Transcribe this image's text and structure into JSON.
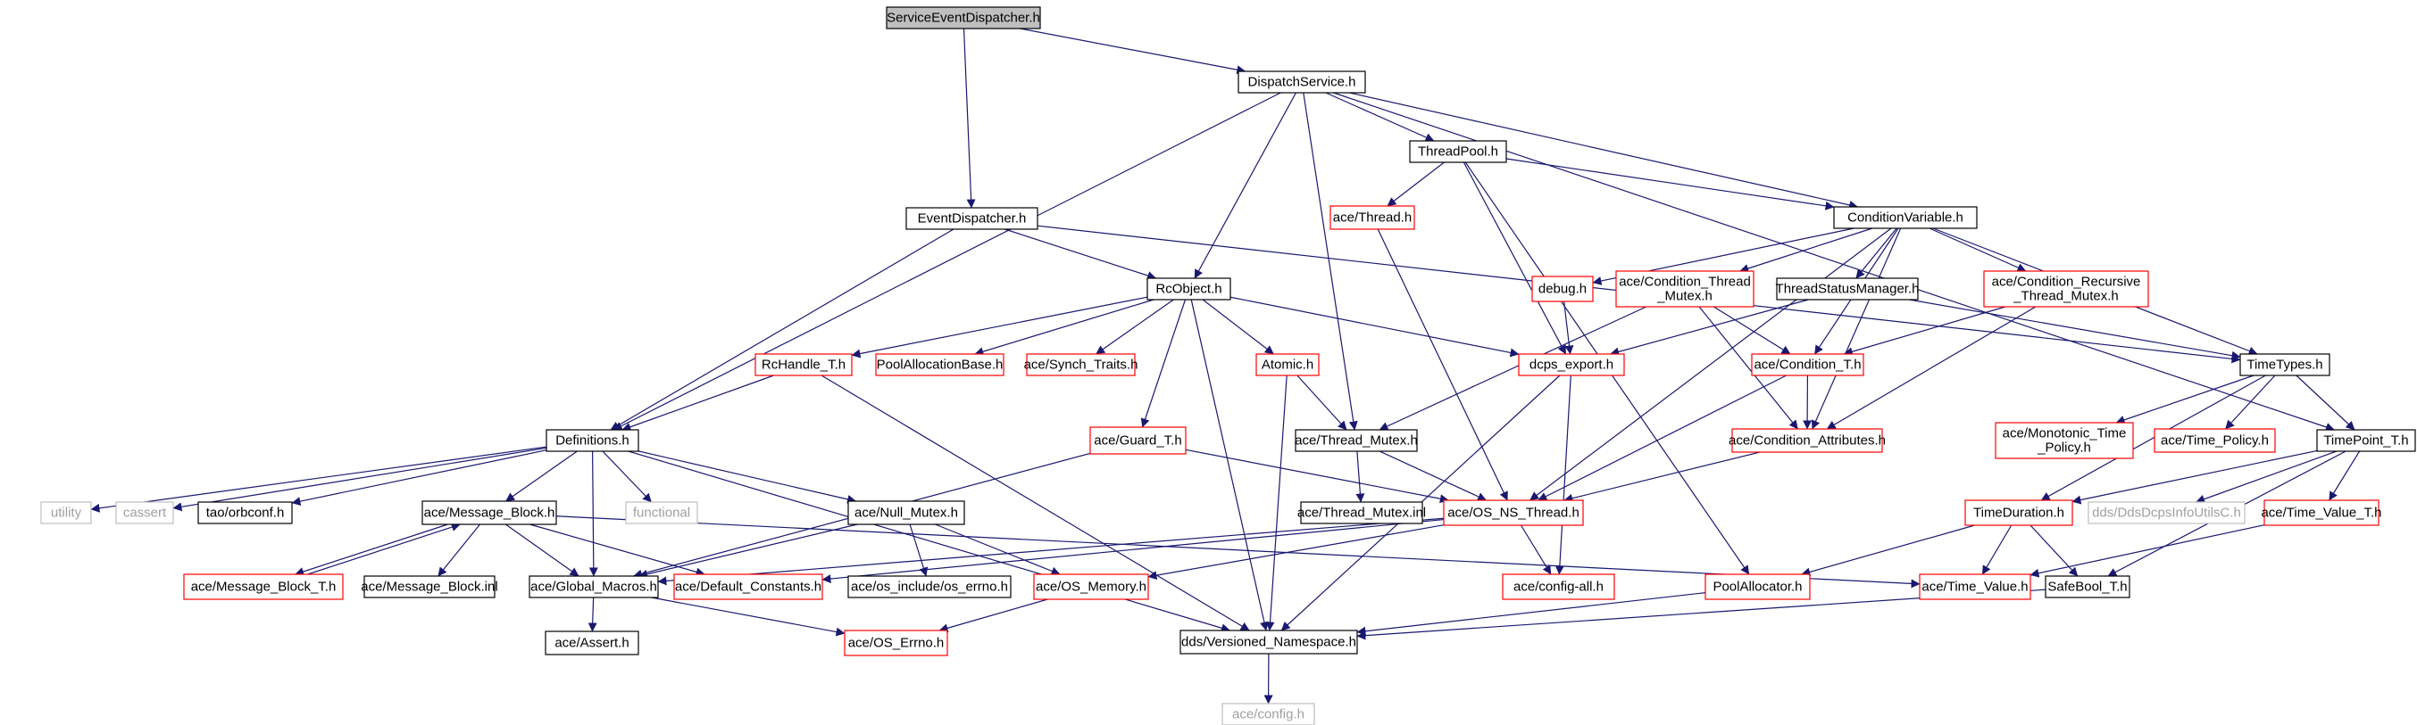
{
  "nodes": {
    "n_root": {
      "label": "ServiceEventDispatcher.h",
      "style": "root"
    },
    "n_ds": {
      "label": "DispatchService.h",
      "style": "normal"
    },
    "n_ed": {
      "label": "EventDispatcher.h",
      "style": "normal"
    },
    "n_tp": {
      "label": "ThreadPool.h",
      "style": "normal"
    },
    "n_athr": {
      "label": "ace/Thread.h",
      "style": "red"
    },
    "n_cv": {
      "label": "ConditionVariable.h",
      "style": "normal"
    },
    "n_rco": {
      "label": "RcObject.h",
      "style": "normal"
    },
    "n_debug": {
      "label": "debug.h",
      "style": "red"
    },
    "n_actm": {
      "label": "ace/Condition_Thread\n_Mutex.h",
      "style": "red"
    },
    "n_tsm": {
      "label": "ThreadStatusManager.h",
      "style": "normal"
    },
    "n_acrtm": {
      "label": "ace/Condition_Recursive\n_Thread_Mutex.h",
      "style": "red"
    },
    "n_rch": {
      "label": "RcHandle_T.h",
      "style": "red"
    },
    "n_pab": {
      "label": "PoolAllocationBase.h",
      "style": "red"
    },
    "n_ast": {
      "label": "ace/Synch_Traits.h",
      "style": "red"
    },
    "n_atomic": {
      "label": "Atomic.h",
      "style": "red"
    },
    "n_dexp": {
      "label": "dcps_export.h",
      "style": "red"
    },
    "n_act": {
      "label": "ace/Condition_T.h",
      "style": "red"
    },
    "n_tt": {
      "label": "TimeTypes.h",
      "style": "normal"
    },
    "n_def": {
      "label": "Definitions.h",
      "style": "normal"
    },
    "n_agt": {
      "label": "ace/Guard_T.h",
      "style": "red"
    },
    "n_atm": {
      "label": "ace/Thread_Mutex.h",
      "style": "normal"
    },
    "n_aca": {
      "label": "ace/Condition_Attributes.h",
      "style": "red"
    },
    "n_amtp": {
      "label": "ace/Monotonic_Time\n_Policy.h",
      "style": "red"
    },
    "n_atp": {
      "label": "ace/Time_Policy.h",
      "style": "red"
    },
    "n_tpt": {
      "label": "TimePoint_T.h",
      "style": "normal"
    },
    "n_util": {
      "label": "utility",
      "style": "gray"
    },
    "n_cassert": {
      "label": "cassert",
      "style": "gray"
    },
    "n_orb": {
      "label": "tao/orbconf.h",
      "style": "normal"
    },
    "n_amb": {
      "label": "ace/Message_Block.h",
      "style": "normal"
    },
    "n_func": {
      "label": "functional",
      "style": "gray"
    },
    "n_anm": {
      "label": "ace/Null_Mutex.h",
      "style": "normal"
    },
    "n_atmi": {
      "label": "ace/Thread_Mutex.inl",
      "style": "normal"
    },
    "n_aont": {
      "label": "ace/OS_NS_Thread.h",
      "style": "red"
    },
    "n_td": {
      "label": "TimeDuration.h",
      "style": "red"
    },
    "n_dinfo": {
      "label": "dds/DdsDcpsInfoUtilsC.h",
      "style": "gray"
    },
    "n_atvt": {
      "label": "ace/Time_Value_T.h",
      "style": "red"
    },
    "n_ambt": {
      "label": "ace/Message_Block_T.h",
      "style": "red"
    },
    "n_ambi": {
      "label": "ace/Message_Block.inl",
      "style": "normal"
    },
    "n_agm": {
      "label": "ace/Global_Macros.h",
      "style": "normal"
    },
    "n_adc": {
      "label": "ace/Default_Constants.h",
      "style": "red"
    },
    "n_aerrno": {
      "label": "ace/os_include/os_errno.h",
      "style": "normal"
    },
    "n_amem": {
      "label": "ace/OS_Memory.h",
      "style": "red"
    },
    "n_acfgall": {
      "label": "ace/config-all.h",
      "style": "red"
    },
    "n_palloc": {
      "label": "PoolAllocator.h",
      "style": "red"
    },
    "n_atv": {
      "label": "ace/Time_Value.h",
      "style": "red"
    },
    "n_sbt": {
      "label": "SafeBool_T.h",
      "style": "normal"
    },
    "n_aassert": {
      "label": "ace/Assert.h",
      "style": "normal"
    },
    "n_aoserr": {
      "label": "ace/OS_Errno.h",
      "style": "red"
    },
    "n_dvns": {
      "label": "dds/Versioned_Namespace.h",
      "style": "normal"
    },
    "n_acfg": {
      "label": "ace/config.h",
      "style": "gray"
    }
  },
  "edges": [
    [
      "n_root",
      "n_ds"
    ],
    [
      "n_root",
      "n_ed"
    ],
    [
      "n_ds",
      "n_def"
    ],
    [
      "n_ds",
      "n_rco"
    ],
    [
      "n_ds",
      "n_atm"
    ],
    [
      "n_ds",
      "n_tp"
    ],
    [
      "n_ds",
      "n_cv"
    ],
    [
      "n_ds",
      "n_tpt"
    ],
    [
      "n_ed",
      "n_rco"
    ],
    [
      "n_ed",
      "n_def"
    ],
    [
      "n_ed",
      "n_tt"
    ],
    [
      "n_tp",
      "n_athr"
    ],
    [
      "n_tp",
      "n_cv"
    ],
    [
      "n_tp",
      "n_dexp"
    ],
    [
      "n_tp",
      "n_palloc"
    ],
    [
      "n_athr",
      "n_aont"
    ],
    [
      "n_cv",
      "n_debug"
    ],
    [
      "n_cv",
      "n_actm"
    ],
    [
      "n_cv",
      "n_tsm"
    ],
    [
      "n_cv",
      "n_acrtm"
    ],
    [
      "n_cv",
      "n_act"
    ],
    [
      "n_cv",
      "n_tt"
    ],
    [
      "n_cv",
      "n_aca"
    ],
    [
      "n_cv",
      "n_aont"
    ],
    [
      "n_debug",
      "n_dexp"
    ],
    [
      "n_actm",
      "n_act"
    ],
    [
      "n_actm",
      "n_aca"
    ],
    [
      "n_actm",
      "n_atm"
    ],
    [
      "n_tsm",
      "n_dexp"
    ],
    [
      "n_tsm",
      "n_tt"
    ],
    [
      "n_acrtm",
      "n_act"
    ],
    [
      "n_acrtm",
      "n_aca"
    ],
    [
      "n_rco",
      "n_rch"
    ],
    [
      "n_rco",
      "n_pab"
    ],
    [
      "n_rco",
      "n_ast"
    ],
    [
      "n_rco",
      "n_atomic"
    ],
    [
      "n_rco",
      "n_dexp"
    ],
    [
      "n_rco",
      "n_agt"
    ],
    [
      "n_rco",
      "n_dvns"
    ],
    [
      "n_rch",
      "n_def"
    ],
    [
      "n_rch",
      "n_dvns"
    ],
    [
      "n_atomic",
      "n_atm"
    ],
    [
      "n_atomic",
      "n_dvns"
    ],
    [
      "n_dexp",
      "n_acfgall"
    ],
    [
      "n_dexp",
      "n_dvns"
    ],
    [
      "n_act",
      "n_aca"
    ],
    [
      "n_act",
      "n_aont"
    ],
    [
      "n_aca",
      "n_aont"
    ],
    [
      "n_tt",
      "n_amtp"
    ],
    [
      "n_tt",
      "n_atp"
    ],
    [
      "n_tt",
      "n_td"
    ],
    [
      "n_tt",
      "n_tpt"
    ],
    [
      "n_def",
      "n_util"
    ],
    [
      "n_def",
      "n_cassert"
    ],
    [
      "n_def",
      "n_orb"
    ],
    [
      "n_def",
      "n_amb"
    ],
    [
      "n_def",
      "n_func"
    ],
    [
      "n_def",
      "n_anm"
    ],
    [
      "n_def",
      "n_agm"
    ],
    [
      "n_def",
      "n_dvns"
    ],
    [
      "n_agt",
      "n_agm"
    ],
    [
      "n_agt",
      "n_aont"
    ],
    [
      "n_atm",
      "n_atmi"
    ],
    [
      "n_atm",
      "n_aont"
    ],
    [
      "n_amb",
      "n_ambt"
    ],
    [
      "n_amb",
      "n_ambi"
    ],
    [
      "n_amb",
      "n_agm"
    ],
    [
      "n_amb",
      "n_adc"
    ],
    [
      "n_amb",
      "n_atv"
    ],
    [
      "n_ambt",
      "n_amb"
    ],
    [
      "n_anm",
      "n_agm"
    ],
    [
      "n_anm",
      "n_aerrno"
    ],
    [
      "n_anm",
      "n_amem"
    ],
    [
      "n_aont",
      "n_agm"
    ],
    [
      "n_aont",
      "n_adc"
    ],
    [
      "n_aont",
      "n_amem"
    ],
    [
      "n_aont",
      "n_acfgall"
    ],
    [
      "n_agm",
      "n_aassert"
    ],
    [
      "n_agm",
      "n_aoserr"
    ],
    [
      "n_amem",
      "n_aoserr"
    ],
    [
      "n_td",
      "n_palloc"
    ],
    [
      "n_td",
      "n_atv"
    ],
    [
      "n_td",
      "n_sbt"
    ],
    [
      "n_tpt",
      "n_dinfo"
    ],
    [
      "n_tpt",
      "n_atvt"
    ],
    [
      "n_tpt",
      "n_sbt"
    ],
    [
      "n_tpt",
      "n_td"
    ],
    [
      "n_atvt",
      "n_atv"
    ],
    [
      "n_palloc",
      "n_dvns"
    ],
    [
      "n_sbt",
      "n_dvns"
    ],
    [
      "n_dvns",
      "n_acfg"
    ]
  ],
  "colors": {
    "edge": "#191970",
    "box_border": "#000000",
    "box_red": "#ff0000",
    "box_gray": "#bfbfbf",
    "text_gray": "#a0a0a0",
    "root_fill": "#bfbfbf",
    "fill": "#ffffff"
  }
}
